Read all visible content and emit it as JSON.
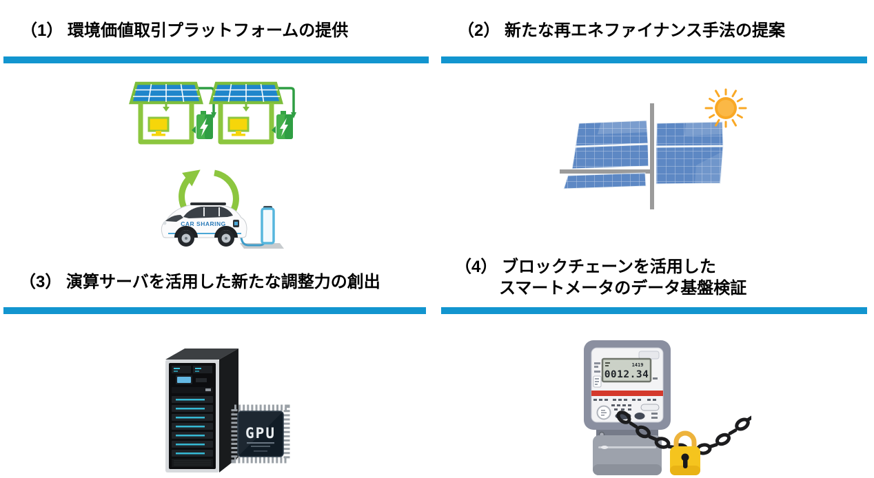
{
  "page": {
    "language": "ja",
    "background": "#FFFFFF"
  },
  "sections": [
    {
      "id": "1",
      "title": "（1） 環境価値取引プラットフォームの提供",
      "illustration": "solar-homes-ev-car-sharing"
    },
    {
      "id": "2",
      "title": "（2） 新たな再エネファイナンス手法の提案",
      "illustration": "solar-farm-with-sun"
    },
    {
      "id": "3",
      "title": "（3） 演算サーバを活用した新たな調整力の創出",
      "illustration": "compute-server-and-gpu-chip"
    },
    {
      "id": "4",
      "title_line1": "（4） ブロックチェーンを活用した",
      "title_line2": "スマートメータのデータ基盤検証",
      "illustration": "smart-meter-with-chain-and-padlock"
    }
  ],
  "illustrations": {
    "q1": {
      "name": "solar-homes-ev-car-sharing",
      "car_label": "CAR SHARING"
    },
    "q2": {
      "name": "solar-farm-with-sun"
    },
    "q3": {
      "name": "compute-server-and-gpu-chip",
      "chip_label": "GPU"
    },
    "q4": {
      "name": "smart-meter-with-chain-and-padlock",
      "lcd_reading": "0012.34",
      "lcd_small_reading": "1419"
    }
  },
  "colors": {
    "accent_bar": "#1295CF",
    "heading_text": "#000000",
    "house_green": "#8CC63F",
    "solar_panel_blue": "#1F86CB",
    "battery_green": "#45B14C",
    "farm_panel_blue": "#5D88C4",
    "frame_gray": "#9B9B9B",
    "sun_orange": "#F9A825",
    "server_silver": "#D7DADD",
    "server_black": "#0C0D0F",
    "bay_cyan": "#36B9D4",
    "chip_dark": "#111C26",
    "meter_gray": "#8A8FA0",
    "meter_red": "#D4392C",
    "chain_black": "#1C1C1E",
    "padlock_yellow": "#F5C41E",
    "car_label_blue": "#2B7BB9"
  }
}
